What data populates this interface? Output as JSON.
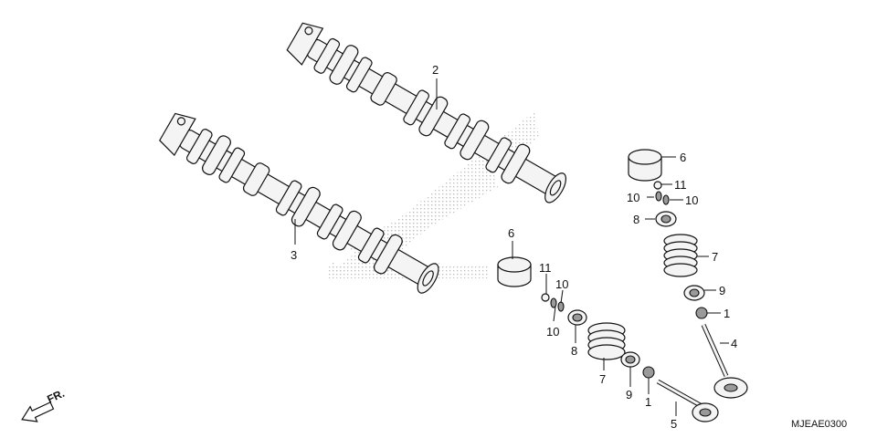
{
  "diagram": {
    "code": "MJEAE0300",
    "direction_label": "FR.",
    "callouts": [
      {
        "id": "c2",
        "text": "2"
      },
      {
        "id": "c3",
        "text": "3"
      },
      {
        "id": "c6a",
        "text": "6"
      },
      {
        "id": "c11a",
        "text": "11"
      },
      {
        "id": "c10a",
        "text": "10"
      },
      {
        "id": "c10b",
        "text": "10"
      },
      {
        "id": "c8a",
        "text": "8"
      },
      {
        "id": "c7a",
        "text": "7"
      },
      {
        "id": "c9a",
        "text": "9"
      },
      {
        "id": "c1a",
        "text": "1"
      },
      {
        "id": "c5",
        "text": "5"
      },
      {
        "id": "c6b",
        "text": "6"
      },
      {
        "id": "c11b",
        "text": "11"
      },
      {
        "id": "c10c",
        "text": "10"
      },
      {
        "id": "c10d",
        "text": "10"
      },
      {
        "id": "c8b",
        "text": "8"
      },
      {
        "id": "c7b",
        "text": "7"
      },
      {
        "id": "c9b",
        "text": "9"
      },
      {
        "id": "c1b",
        "text": "1"
      },
      {
        "id": "c4",
        "text": "4"
      }
    ]
  }
}
